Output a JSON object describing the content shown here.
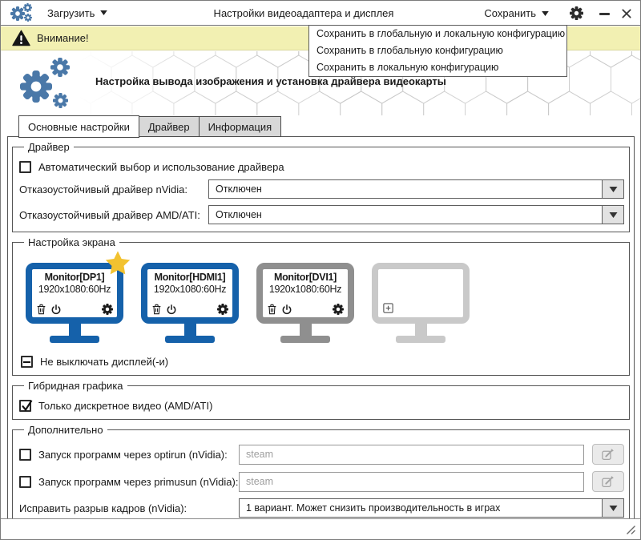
{
  "titlebar": {
    "load_label": "Загрузить",
    "title": "Настройки видеоадаптера и дисплея",
    "save_label": "Сохранить"
  },
  "save_menu": {
    "items": [
      "Сохранить в глобальную и локальную конфигурацию",
      "Сохранить в глобальную конфигурацию",
      "Сохранить в локальную конфигурацию"
    ]
  },
  "warning": {
    "text": "Внимание!"
  },
  "header": {
    "subtitle": "Настройка вывода изображения и установка драйвера видеокарты"
  },
  "tabs": [
    {
      "label": "Основные настройки",
      "active": true
    },
    {
      "label": "Драйвер",
      "active": false
    },
    {
      "label": "Информация",
      "active": false
    }
  ],
  "driver_group": {
    "title": "Драйвер",
    "auto_checkbox_label": "Автоматический выбор и использование драйвера",
    "auto_checked": false,
    "nvidia_label": "Отказоустойчивый драйвер nVidia:",
    "nvidia_value": "Отключен",
    "amd_label": "Отказоустойчивый драйвер AMD/ATI:",
    "amd_value": "Отключен"
  },
  "screen_group": {
    "title": "Настройка экрана",
    "monitors": [
      {
        "name": "Monitor[DP1]",
        "mode": "1920x1080:60Hz",
        "color": "#1561aa",
        "primary": true,
        "empty": false
      },
      {
        "name": "Monitor[HDMI1]",
        "mode": "1920x1080:60Hz",
        "color": "#1561aa",
        "primary": false,
        "empty": false
      },
      {
        "name": "Monitor[DVI1]",
        "mode": "1920x1080:60Hz",
        "color": "#8f8f8f",
        "primary": false,
        "empty": false
      },
      {
        "name": "",
        "mode": "",
        "color": "#c9c9c9",
        "primary": false,
        "empty": true
      }
    ],
    "keep_on_label": "Не выключать дисплей(-и)",
    "keep_on_state": "mixed"
  },
  "hybrid_group": {
    "title": "Гибридная графика",
    "discrete_label": "Только дискретное видео (AMD/ATI)",
    "discrete_checked": true
  },
  "extra_group": {
    "title": "Дополнительно",
    "optirun_label": "Запуск программ через optirun (nVidia):",
    "optirun_checked": false,
    "optirun_placeholder": "steam",
    "primusun_label": "Запуск программ через primusun (nVidia):",
    "primusun_checked": false,
    "primusun_placeholder": "steam",
    "tearing_label": "Исправить разрыв кадров (nVidia):",
    "tearing_value": "1 вариант. Может снизить производительность в играх"
  },
  "colors": {
    "logo_blue": "#4a78a8",
    "monitor_blue": "#1561aa",
    "monitor_grey": "#8f8f8f",
    "monitor_light_grey": "#c9c9c9",
    "warning_bg": "#f2f0b2",
    "star_yellow": "#f2c230",
    "tab_inactive": "#d8d8d8"
  }
}
